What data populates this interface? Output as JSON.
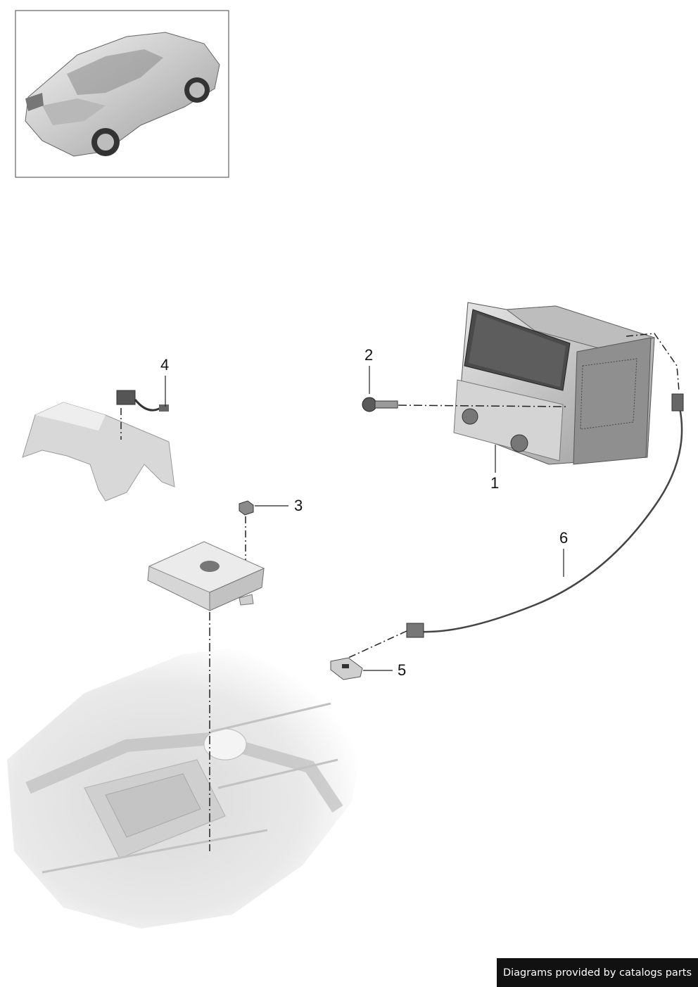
{
  "callouts": [
    {
      "id": "1",
      "label": "1"
    },
    {
      "id": "2",
      "label": "2"
    },
    {
      "id": "3",
      "label": "3"
    },
    {
      "id": "4",
      "label": "4"
    },
    {
      "id": "5",
      "label": "5"
    },
    {
      "id": "6",
      "label": "6"
    }
  ],
  "parts": {
    "thumbnail": "car-overview-thumbnail",
    "p1": "infotainment-head-unit",
    "p2": "mounting-screw",
    "p3": "nut",
    "p4": "connector-on-steering-column-cover",
    "p5": "usb-socket",
    "p6": "cable-harness",
    "module": "control-module",
    "floor": "vehicle-floor-pan"
  },
  "footer": {
    "credit": "Diagrams provided by catalogs parts"
  }
}
